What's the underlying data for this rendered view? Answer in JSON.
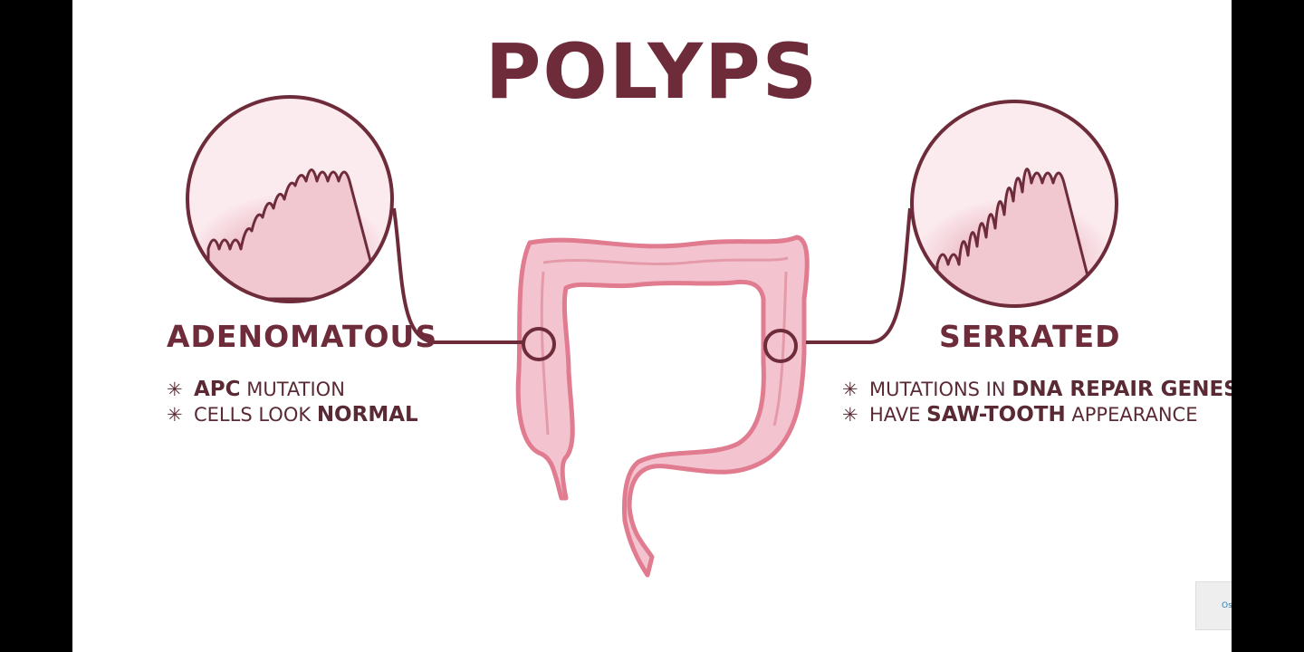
{
  "title": "POLYPS",
  "left": {
    "heading": "ADENOMATOUS",
    "bullets": [
      {
        "bold": "APC",
        "rest": "MUTATION"
      },
      {
        "pre": "CELLS LOOK",
        "bold": "NORMAL"
      }
    ]
  },
  "right": {
    "heading": "SERRATED",
    "bullets": [
      {
        "pre": "MUTATIONS IN",
        "bold": "DNA REPAIR GENES"
      },
      {
        "pre": "HAVE",
        "bold": "SAW-TOOTH",
        "rest": "APPEARANCE"
      }
    ]
  },
  "bullet_marker": "✳",
  "logo": "Osmosis",
  "colors": {
    "outline": "#6e2b3a",
    "tissue": "#f3c4cf",
    "tissue_dark": "#e59aaa",
    "circle_fill": "#fbeaee"
  }
}
